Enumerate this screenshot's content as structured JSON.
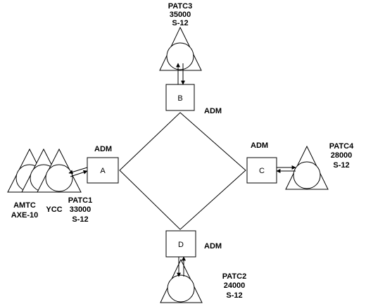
{
  "colors": {
    "stroke": "#000000",
    "background": "#ffffff"
  },
  "ring": {
    "nodes": {
      "a": {
        "label": "A",
        "type": "ADM"
      },
      "b": {
        "label": "B",
        "type": "ADM"
      },
      "c": {
        "label": "C",
        "type": "ADM"
      },
      "d": {
        "label": "D",
        "type": "ADM"
      }
    }
  },
  "exchanges": {
    "patc1": {
      "name": "PATC1",
      "capacity": "33000",
      "system": "S-12"
    },
    "patc2": {
      "name": "PATC2",
      "capacity": "24000",
      "system": "S-12"
    },
    "patc3": {
      "name": "PATC3",
      "capacity": "35000",
      "system": "S-12"
    },
    "patc4": {
      "name": "PATC4",
      "capacity": "28000",
      "system": "S-12"
    },
    "amtc": {
      "name": "AMTC",
      "system": "AXE-10"
    },
    "ycc": {
      "name": "YCC"
    }
  }
}
